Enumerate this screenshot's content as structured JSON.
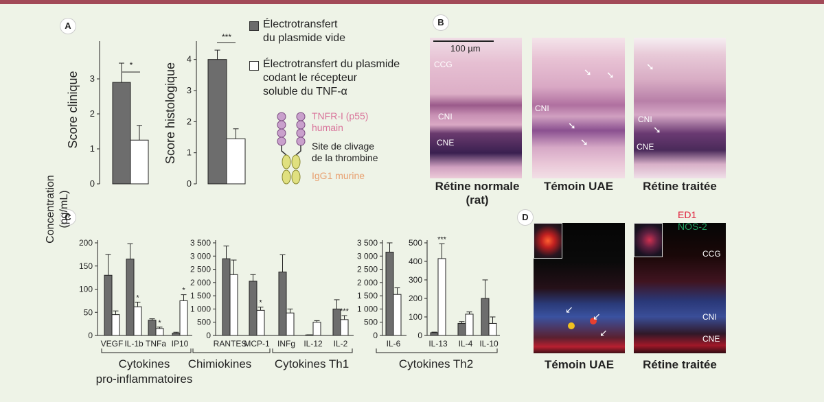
{
  "panels": {
    "A": {
      "badge": "A",
      "clinical": {
        "ylabel": "Score clinique",
        "ticks": [
          "0",
          "1",
          "2",
          "3"
        ],
        "sig": "*"
      },
      "histo": {
        "ylabel": "Score histologique",
        "ticks": [
          "0",
          "1",
          "2",
          "3",
          "4"
        ],
        "sig": "***"
      }
    },
    "legend": {
      "empty_plasmid": [
        "Électrotransfert",
        "du plasmide vide"
      ],
      "receptor_plasmid": [
        "Électrotransfert du plasmide",
        "codant le récepteur",
        "soluble du TNF-α"
      ],
      "molecule": {
        "tnfr": [
          "TNFR-I (p55)",
          "humain"
        ],
        "cleavage": [
          "Site de clivage",
          "de la thrombine"
        ],
        "igg": "IgG1 murine",
        "colors": {
          "tnfr": "#d9739a",
          "igg": "#e8a070",
          "bead": "#c9a0cc",
          "oval": "#e0e080"
        }
      }
    },
    "B": {
      "badge": "B",
      "scalebar": "100 µm",
      "captions": [
        "Rétine normale",
        "(rat)",
        "Témoin UAE",
        "Rétine traitée"
      ],
      "layer_labels": [
        "CCG",
        "CNI",
        "CNE"
      ]
    },
    "C": {
      "badge": "C",
      "ylabel": [
        "Concentration",
        "(pg/mL)"
      ],
      "groups": [
        "Cytokines",
        "pro-inflammatoires",
        "Chimiokines",
        "Cytokines Th1",
        "Cytokines Th2"
      ]
    },
    "D": {
      "badge": "D",
      "stain1": "ED1",
      "stain2": "NOS-2",
      "captions": [
        "Témoin UAE",
        "Rétine traitée"
      ],
      "layer_labels": [
        "CCG",
        "CNI",
        "CNE"
      ],
      "colors": {
        "ed1": "#e0203c",
        "nos2": "#20a060"
      }
    }
  },
  "chart_data": [
    {
      "type": "bar",
      "ylabel": "Score clinique",
      "categories": [
        ""
      ],
      "series": [
        {
          "name": "Électrotransfert du plasmide vide",
          "values": [
            2.9
          ],
          "errors": [
            0.55
          ]
        },
        {
          "name": "Électrotransfert du plasmide codant le récepteur soluble du TNF-α",
          "values": [
            1.25
          ],
          "errors": [
            0.42
          ]
        }
      ],
      "ylim": [
        0,
        4
      ]
    },
    {
      "type": "bar",
      "ylabel": "Score histologique",
      "categories": [
        ""
      ],
      "series": [
        {
          "name": "Électrotransfert du plasmide vide",
          "values": [
            4.0
          ],
          "errors": [
            0.3
          ]
        },
        {
          "name": "Électrotransfert du plasmide codant le récepteur soluble du TNF-α",
          "values": [
            1.45
          ],
          "errors": [
            0.32
          ]
        }
      ],
      "ylim": [
        0,
        4.5
      ]
    },
    {
      "type": "bar",
      "ylabel": "Concentration (pg/mL)",
      "categories": [
        "VEGF",
        "IL-1b",
        "TNFa",
        "IP10"
      ],
      "ticks": [
        "0",
        "50",
        "100",
        "150",
        "200"
      ],
      "sig": [
        "",
        "*",
        "*",
        "*"
      ],
      "series": [
        {
          "name": "Électrotransfert du plasmide vide",
          "values": [
            130,
            165,
            33,
            5
          ],
          "errors": [
            45,
            33,
            3,
            2
          ]
        },
        {
          "name": "Électrotransfert du plasmide codant le récepteur soluble du TNF-α",
          "values": [
            45,
            62,
            15,
            75
          ],
          "errors": [
            8,
            10,
            3,
            13
          ]
        }
      ],
      "ylim": [
        0,
        200
      ]
    },
    {
      "type": "bar",
      "categories": [
        "RANTES",
        "MCP-1",
        "INFg",
        "IL-12",
        "IL-2"
      ],
      "ticks": [
        "0",
        "500",
        "1 000",
        "1 500",
        "2 000",
        "2 500",
        "3 000",
        "3 500"
      ],
      "sig": [
        "",
        "*",
        "",
        "",
        "***"
      ],
      "series": [
        {
          "name": "Électrotransfert du plasmide vide",
          "values": [
            2900,
            2050,
            2400,
            20,
            1000
          ],
          "errors": [
            480,
            250,
            650,
            5,
            350
          ]
        },
        {
          "name": "Électrotransfert du plasmide codant le récepteur soluble du TNF-α",
          "values": [
            2300,
            950,
            850,
            500,
            600
          ],
          "errors": [
            550,
            120,
            150,
            60,
            150
          ]
        }
      ],
      "ylim": [
        0,
        3500
      ]
    },
    {
      "type": "bar",
      "categories": [
        "IL-6"
      ],
      "ticks": [
        "0",
        "500",
        "1 000",
        "1 500",
        "2 000",
        "2 500",
        "3 000",
        "3 500"
      ],
      "series": [
        {
          "name": "Électrotransfert du plasmide vide",
          "values": [
            3150
          ],
          "errors": [
            350
          ]
        },
        {
          "name": "Électrotransfert du plasmide codant le récepteur soluble du TNF-α",
          "values": [
            1550
          ],
          "errors": [
            250
          ]
        }
      ],
      "ylim": [
        0,
        3500
      ]
    },
    {
      "type": "bar",
      "categories": [
        "IL-13",
        "IL-4",
        "IL-10"
      ],
      "ticks": [
        "0",
        "100",
        "200",
        "300",
        "400",
        "500"
      ],
      "sig": [
        "***",
        "",
        ""
      ],
      "series": [
        {
          "name": "Électrotransfert du plasmide vide",
          "values": [
            15,
            65,
            200
          ],
          "errors": [
            3,
            10,
            100
          ]
        },
        {
          "name": "Électrotransfert du plasmide codant le récepteur soluble du TNF-α",
          "values": [
            415,
            115,
            65
          ],
          "errors": [
            80,
            12,
            35
          ]
        }
      ],
      "ylim": [
        0,
        500
      ]
    }
  ]
}
